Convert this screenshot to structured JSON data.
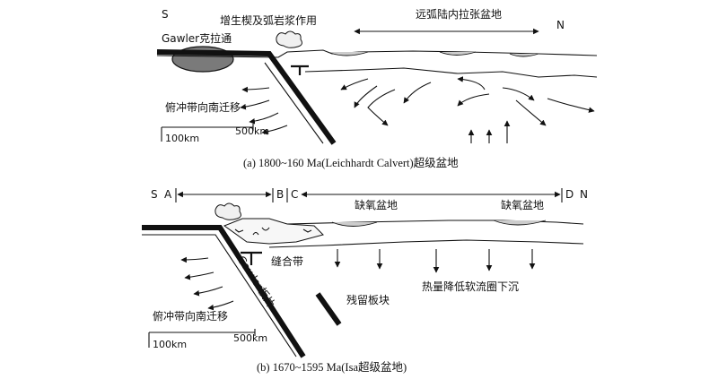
{
  "panel_a": {
    "label_s": "S",
    "label_n": "N",
    "wedge_label": "增生楔及弧岩浆作用",
    "basin_label": "远弧陆内拉张盆地",
    "craton_label": "Gawler克拉通",
    "migration_label": "俯冲带向南迁移",
    "scale_start": "100km",
    "scale_end": "500km",
    "caption": "(a) 1800~160 Ma(Leichhardt Calvert)超级盆地"
  },
  "panel_b": {
    "label_s": "S",
    "label_a": "A",
    "label_b": "B",
    "label_c": "C",
    "label_d": "D",
    "label_n": "N",
    "anoxic_basin_1": "缺氧盆地",
    "anoxic_basin_2": "缺氧盆地",
    "suture_label": "缝合带",
    "thermal_label": "热量降低软流圈下沉",
    "remnant_label": "残留板块",
    "plate_label": "Gawler板片",
    "migration_label": "俯冲带向南迁移",
    "scale_start": "100km",
    "scale_end": "500km",
    "caption": "(b) 1670~1595 Ma(Isa超级盆地)"
  }
}
